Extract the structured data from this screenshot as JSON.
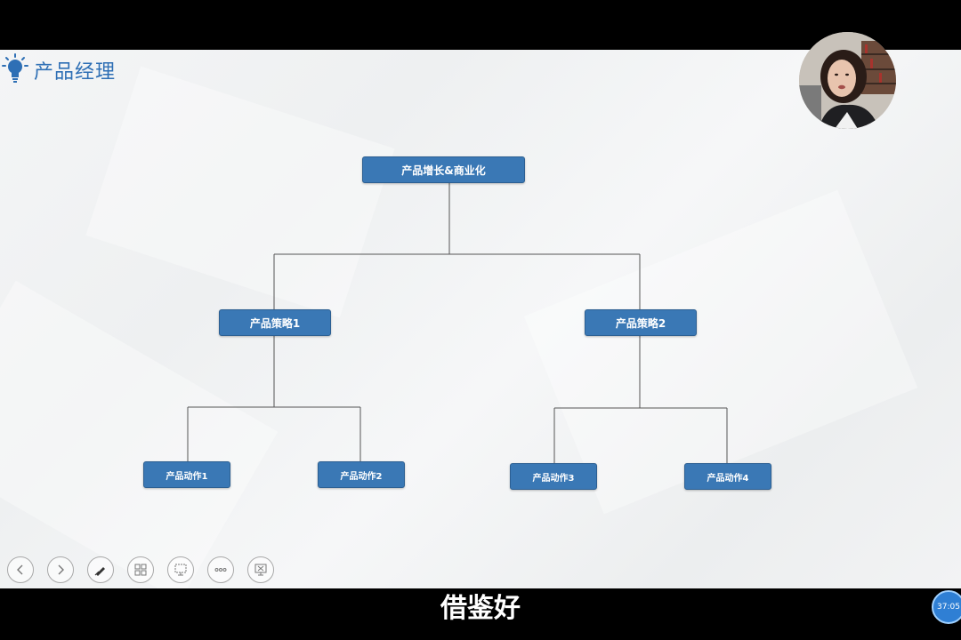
{
  "brand": {
    "title": "产品经理",
    "icon": "lightbulb-icon",
    "color": "#2e6fb5"
  },
  "org_chart": {
    "root": "产品增长&商业化",
    "strategies": [
      {
        "label": "产品策略1",
        "actions": [
          "产品动作1",
          "产品动作2"
        ]
      },
      {
        "label": "产品策略2",
        "actions": [
          "产品动作3",
          "产品动作4"
        ]
      }
    ],
    "node_color": "#3a78b5"
  },
  "controls": [
    {
      "name": "prev-button",
      "icon": "chevron-left-icon"
    },
    {
      "name": "next-button",
      "icon": "chevron-right-icon"
    },
    {
      "name": "pen-button",
      "icon": "pen-icon"
    },
    {
      "name": "slides-grid-button",
      "icon": "grid-icon"
    },
    {
      "name": "pointer-button",
      "icon": "pointer-icon"
    },
    {
      "name": "more-button",
      "icon": "more-icon"
    },
    {
      "name": "end-show-button",
      "icon": "end-show-icon"
    }
  ],
  "subtitle": "借鉴好",
  "timer": "37:05"
}
